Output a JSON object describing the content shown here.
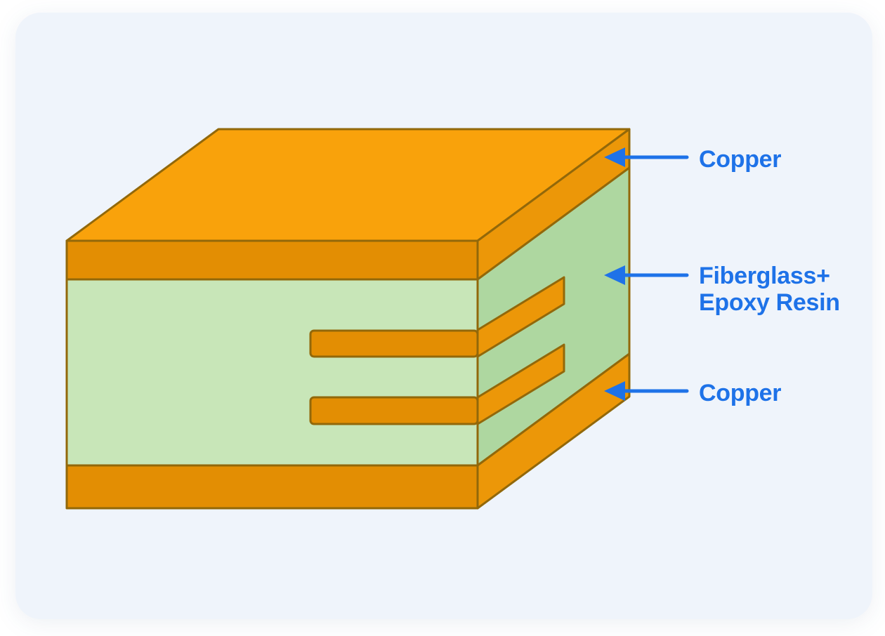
{
  "labels": {
    "copper_top": "Copper",
    "core_line1": "Fiberglass+",
    "core_line2": "Epoxy Resin",
    "copper_bottom": "Copper"
  },
  "colors": {
    "page_bg": "#ffffff",
    "card_bg": "#eff4fb",
    "top_face": "#f9a20b",
    "copper_front": "#e38e03",
    "copper_side": "#ec9708",
    "core_front": "#c8e6b8",
    "core_side": "#aed7a0",
    "trace_front": "#e38e03",
    "trace_side": "#ec9708",
    "outline": "#92680a",
    "accent": "#1e72e8"
  }
}
